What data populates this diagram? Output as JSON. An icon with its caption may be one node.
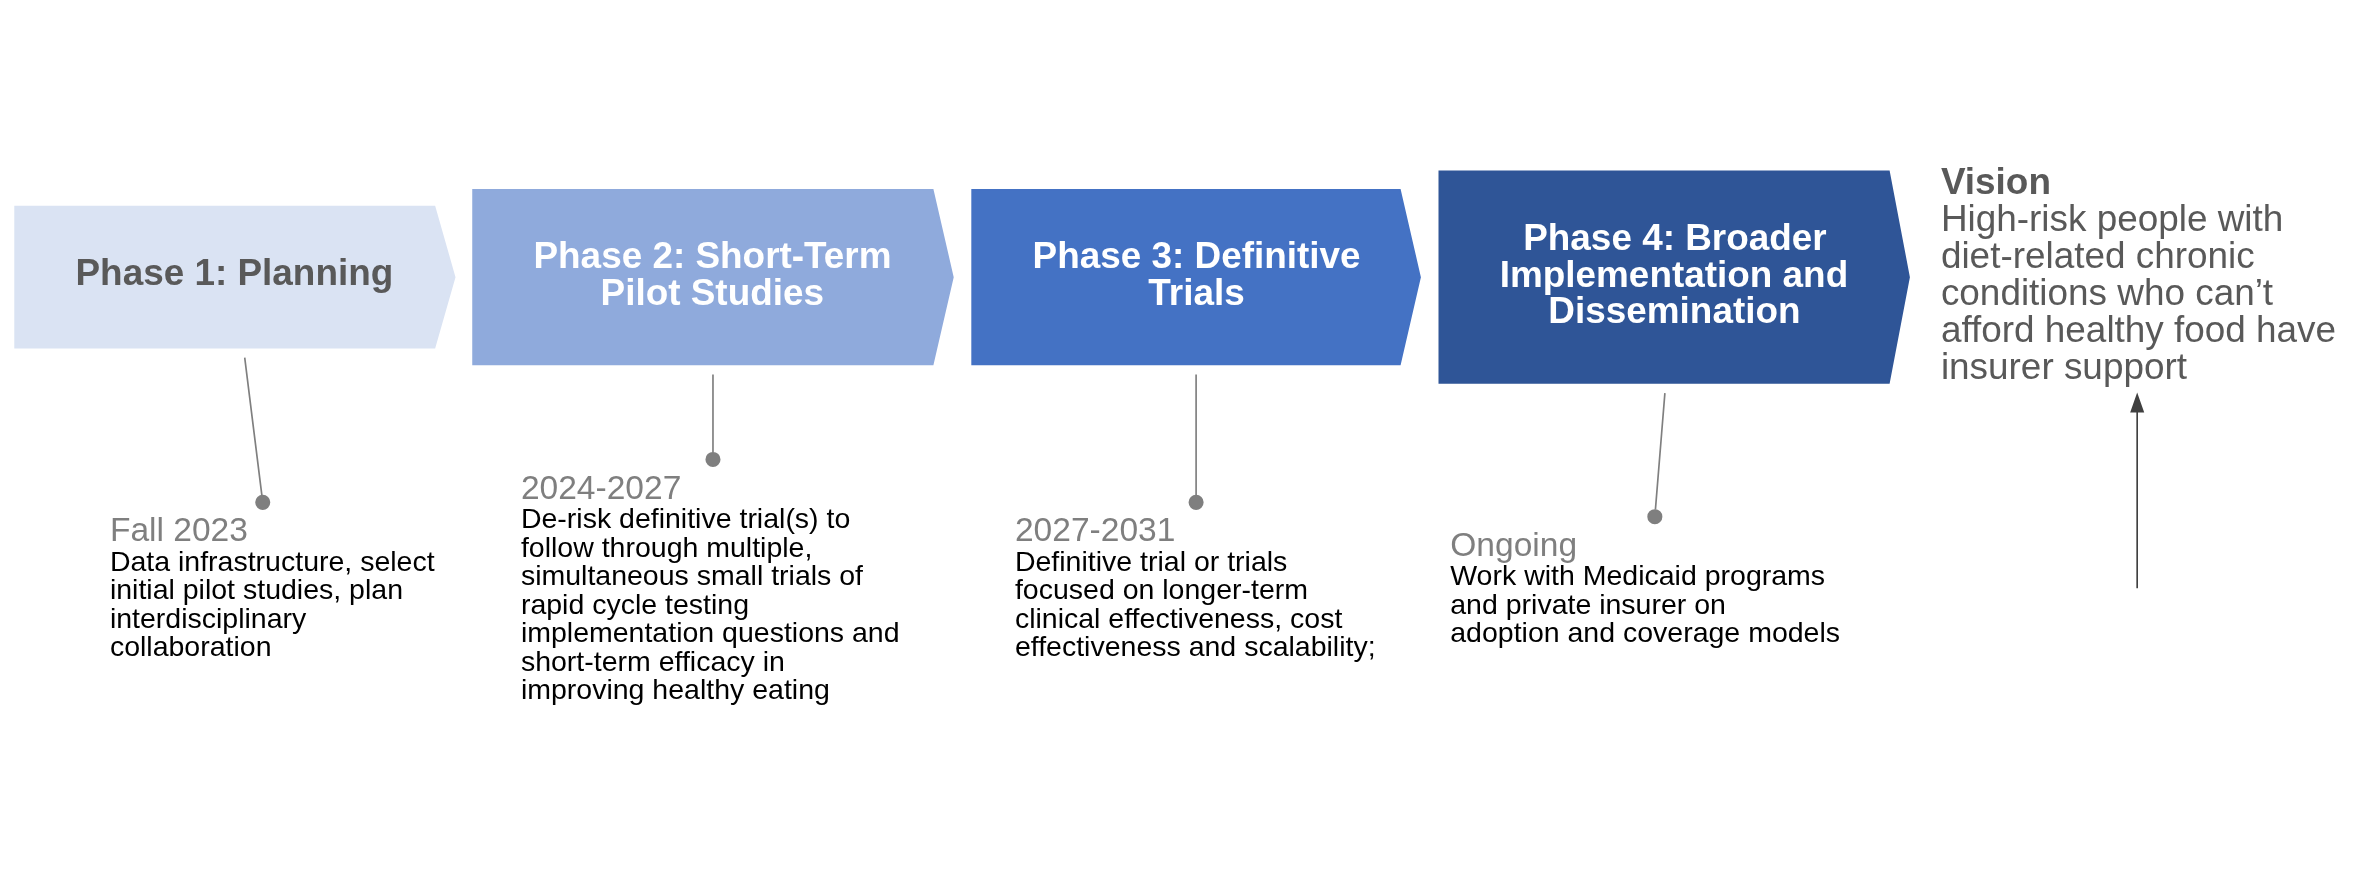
{
  "diagram": {
    "nodes": [
      {
        "text": [
          "Phase 1: Planning"
        ]
      },
      {
        "text": [
          "Phase 2: Short-Term Pilot Studies"
        ]
      },
      {
        "text": [
          "Phase 3: Definitive Trials"
        ]
      },
      {
        "text": [
          "Phase 4: Broader Implementation and Dissemination"
        ]
      },
      {
        "text": [
          "Vision",
          "High-risk people with diet-related chronic conditions who can’t afford healthy food have insurer support"
        ]
      },
      {
        "text": [
          "Fall 2023",
          "Data infrastructure, select initial pilot studies, plan interdisciplinary collaboration"
        ]
      },
      {
        "text": [
          "2024-2027",
          "De-risk definitive trial(s) to follow through multiple, simultaneous small trials of rapid cycle testing implementation questions and short-term efficacy in improving healthy eating"
        ]
      },
      {
        "text": [
          "2027-2031",
          "Definitive trial or trials focused on longer-term clinical effectiveness, cost effectiveness and scalability;"
        ]
      },
      {
        "text": [
          "Ongoing",
          "Work with Medicaid programs and private insurer on adoption and coverage models"
        ]
      }
    ],
    "edges": [
      {
        "from": 0,
        "to": 5,
        "arrow": "other"
      },
      {
        "from": 1,
        "to": 6,
        "arrow": "other"
      },
      {
        "from": 2,
        "to": 7,
        "arrow": "other"
      },
      {
        "from": 3,
        "to": 8,
        "arrow": "other"
      },
      {
        "from": null,
        "to": 4,
        "arrow": "to",
        "color": "#404040"
      }
    ]
  }
}
